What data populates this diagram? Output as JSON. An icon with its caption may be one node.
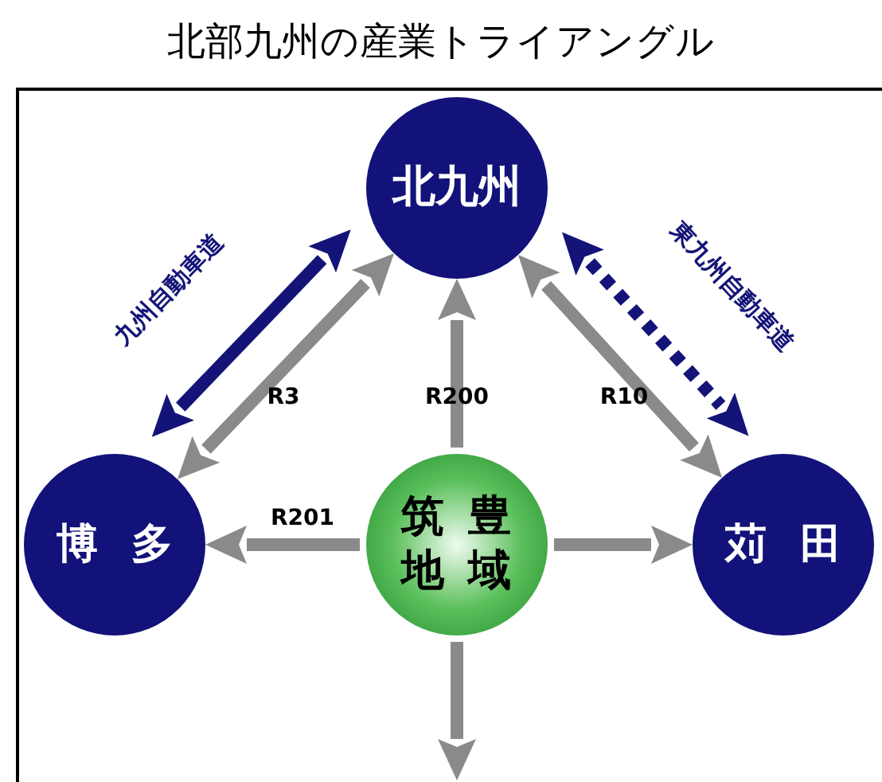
{
  "diagram": {
    "title": "北部九州の産業トライアングル",
    "nodes": [
      {
        "text": [
          "北九州"
        ]
      },
      {
        "text": [
          "博多"
        ]
      },
      {
        "text": [
          "筑豊地域"
        ]
      },
      {
        "text": [
          "苅田"
        ]
      }
    ],
    "edges": [
      {
        "from": 1,
        "to": 0,
        "arrow": "both",
        "label": "R3"
      },
      {
        "from": 2,
        "to": 0,
        "arrow": "to",
        "label": "R200"
      },
      {
        "from": 0,
        "to": 3,
        "arrow": "both",
        "label": "R10"
      },
      {
        "from": 2,
        "to": 1,
        "arrow": "to",
        "label": "R201"
      },
      {
        "from": 2,
        "to": 3,
        "arrow": "to"
      },
      {
        "from": 2,
        "to": null,
        "arrow": "to"
      },
      {
        "from": 1,
        "to": 0,
        "arrow": "both",
        "label": "九州自動車道",
        "color": "#141478"
      },
      {
        "from": 0,
        "to": 3,
        "arrow": "both",
        "label": "東九州自動車道",
        "style": "dashed",
        "color": "#141478"
      }
    ]
  }
}
